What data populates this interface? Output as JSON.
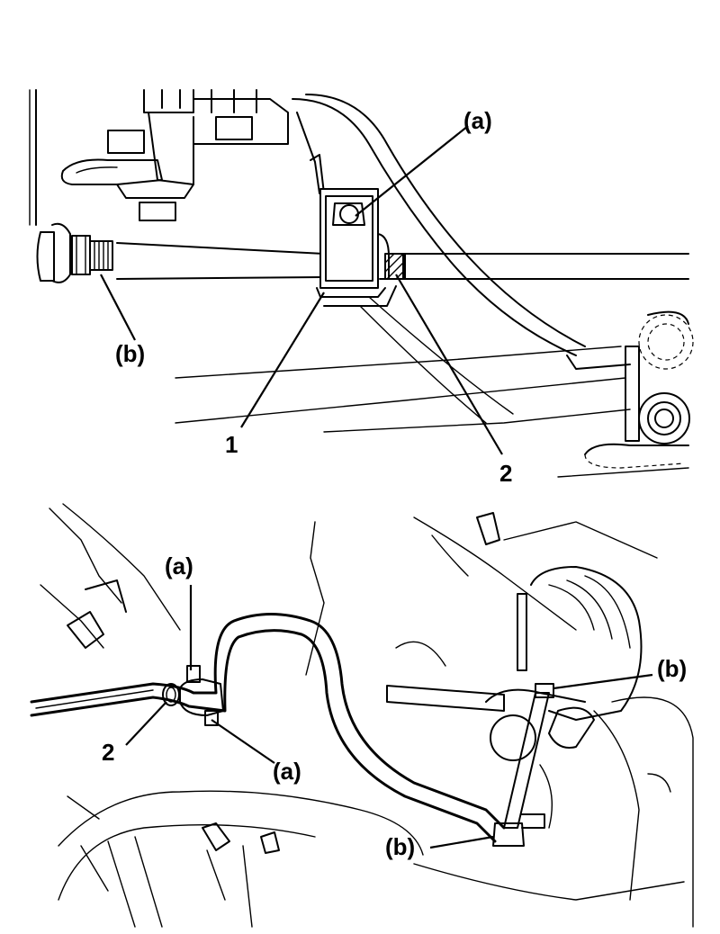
{
  "top_view": {
    "callouts": {
      "bolt_a": "(a)",
      "nut_b": "(b)",
      "bracket_1": "1",
      "bushing_2": "2"
    }
  },
  "bottom_view": {
    "callouts": {
      "bolt_a_upper": "(a)",
      "bolt_a_lower": "(a)",
      "bushing_2": "2",
      "nut_b_upper": "(b)",
      "nut_b_lower": "(b)"
    }
  }
}
